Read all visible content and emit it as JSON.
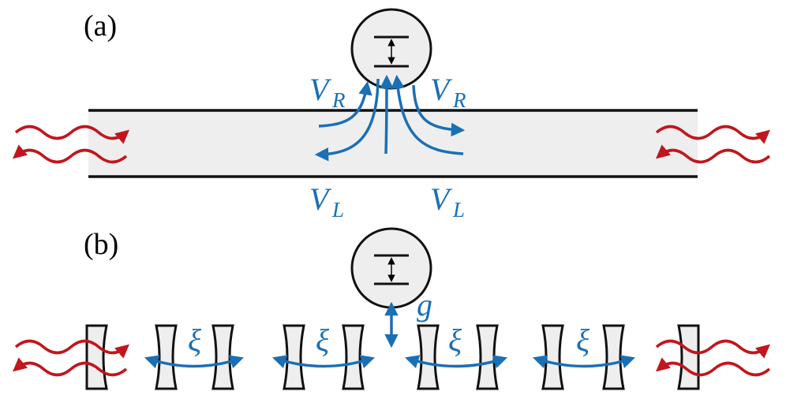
{
  "labels": {
    "panel_a": "(a)",
    "panel_b": "(b)",
    "V_R": "V",
    "V_R_sub": "R",
    "V_L": "V",
    "V_L_sub": "L",
    "coupling_g": "g",
    "coupling_xi": "ξ"
  },
  "colors": {
    "coupling_blue": "#1a6fb5",
    "photon_red": "#c0161d",
    "fill_gray": "#eeeeee",
    "stroke_black": "#111111"
  },
  "icons": {
    "atom": "two-level-atom-icon",
    "mirror": "concave-mirror-icon",
    "photon": "wavy-photon-arrow-icon"
  }
}
